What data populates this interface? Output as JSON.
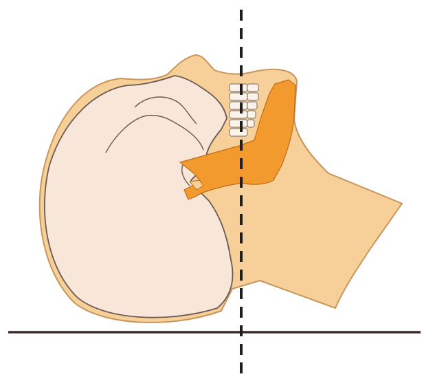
{
  "colors": {
    "background": "#ffffff",
    "skin": "#f6cf99",
    "skin_stroke": "#c9955a",
    "skull": "#f8e6d8",
    "skull_stroke": "#6b5a52",
    "mandible": "#f39a2f",
    "mandible_stroke": "#c26b15",
    "vertebra_fill": "#fbf2ea",
    "vertebra_stroke": "#8d7e74",
    "ground_line": "#3a2a2a",
    "axis_line": "#1e1e1e"
  },
  "elements": {
    "head_outline": "head-profile",
    "skull": "skull",
    "mandible": "mandible",
    "cervical_spine": "cervical-vertebrae",
    "horizontal_line": "horizontal-reference-line",
    "vertical_line": "vertical-reference-axis"
  }
}
